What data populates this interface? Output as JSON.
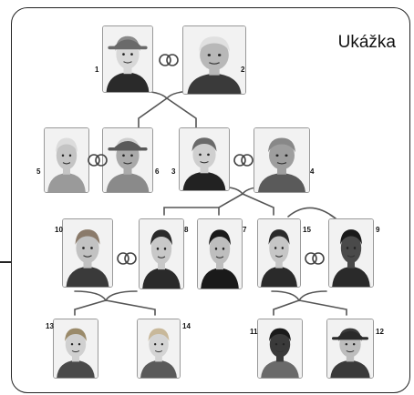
{
  "title": "Ukážka",
  "people": [
    {
      "num": "1",
      "shirt": "#2a2a2a",
      "skin": "#d8d8d8",
      "hair": "#8a8a8a",
      "hat": "#6a6a6a"
    },
    {
      "num": "2",
      "shirt": "#3a3a3a",
      "skin": "#b8b8b8",
      "hair": "#e0e0e0",
      "hat": ""
    },
    {
      "num": "5",
      "shirt": "#9a9a9a",
      "skin": "#c4c4c4",
      "hair": "#dcdcdc",
      "hat": ""
    },
    {
      "num": "6",
      "shirt": "#8a8a8a",
      "skin": "#aaaaaa",
      "hair": "#cfcfcf",
      "hat": "#5a5a5a"
    },
    {
      "num": "3",
      "shirt": "#222222",
      "skin": "#cfcfcf",
      "hair": "#6a6a6a",
      "hat": ""
    },
    {
      "num": "4",
      "shirt": "#5a5a5a",
      "skin": "#9e9e9e",
      "hair": "#888888",
      "hat": ""
    },
    {
      "num": "10",
      "shirt": "#3a3a3a",
      "skin": "#c2c2c2",
      "hair": "#8a7a6a",
      "hat": ""
    },
    {
      "num": "8",
      "shirt": "#2a2a2a",
      "skin": "#c8c8c8",
      "hair": "#2a2a2a",
      "hat": ""
    },
    {
      "num": "7",
      "shirt": "#1a1a1a",
      "skin": "#bebebe",
      "hair": "#1a1a1a",
      "hat": ""
    },
    {
      "num": "15",
      "shirt": "#2a2a2a",
      "skin": "#c6c6c6",
      "hair": "#2a2a2a",
      "hat": ""
    },
    {
      "num": "9",
      "shirt": "#2a2a2a",
      "skin": "#4a4a4a",
      "hair": "#1a1a1a",
      "hat": ""
    },
    {
      "num": "13",
      "shirt": "#4a4a4a",
      "skin": "#d0d0d0",
      "hair": "#9a8a6a",
      "hat": ""
    },
    {
      "num": "14",
      "shirt": "#5a5a5a",
      "skin": "#d4d4d4",
      "hair": "#c8b89a",
      "hat": ""
    },
    {
      "num": "11",
      "shirt": "#6a6a6a",
      "skin": "#3a3a3a",
      "hair": "#1a1a1a",
      "hat": ""
    },
    {
      "num": "12",
      "shirt": "#3a3a3a",
      "skin": "#bdbdbd",
      "hair": "#3a3a3a",
      "hat": "#2a2a2a"
    }
  ],
  "marriages": [
    [
      "1",
      "2"
    ],
    [
      "5",
      "6"
    ],
    [
      "3",
      "4"
    ],
    [
      "10",
      "8"
    ],
    [
      "15",
      "9"
    ]
  ]
}
